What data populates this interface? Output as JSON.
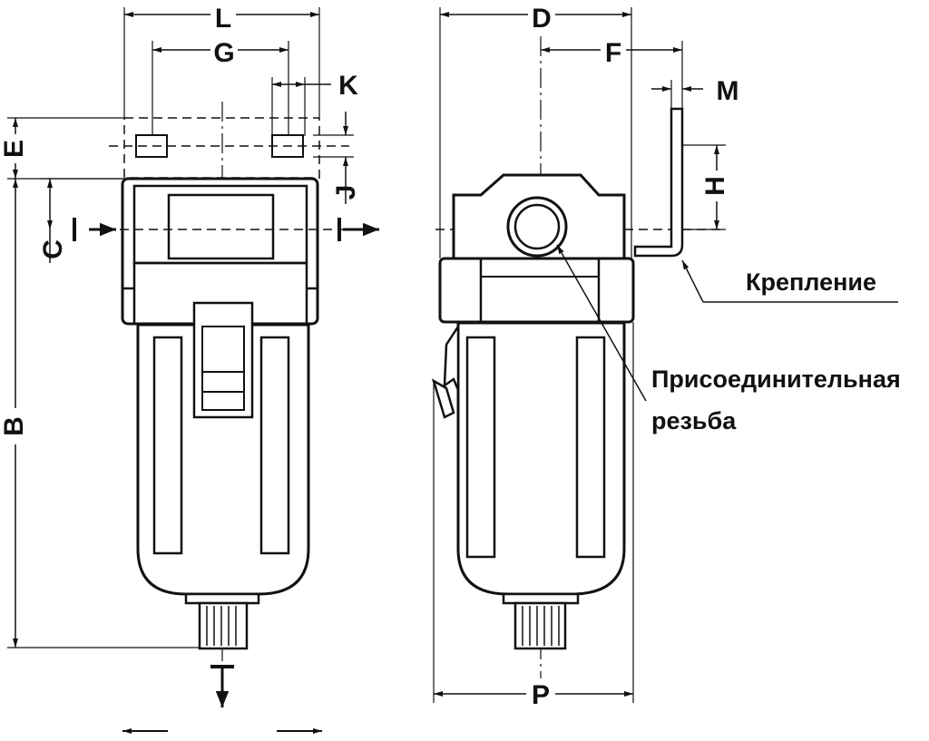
{
  "dimensions": {
    "L": "L",
    "G": "G",
    "K": "K",
    "E": "E",
    "J": "J",
    "C": "C",
    "B": "B",
    "D": "D",
    "F": "F",
    "M": "M",
    "H": "H",
    "P": "P"
  },
  "callouts": {
    "mount": "Крепление",
    "thread_line1": "Присоединительная",
    "thread_line2": "резьба"
  },
  "colors": {
    "ink": "#111111",
    "background": "#ffffff"
  }
}
